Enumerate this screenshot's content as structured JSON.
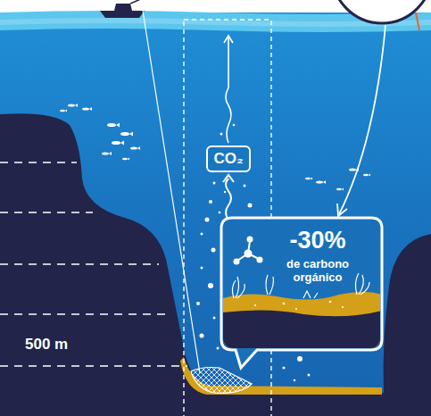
{
  "diagram": {
    "nodes": [
      {
        "text": [
          "CO₂"
        ]
      },
      {
        "text": [
          "-30%",
          "de carbono orgánico"
        ]
      }
    ],
    "labels": [
      "500 m"
    ]
  }
}
